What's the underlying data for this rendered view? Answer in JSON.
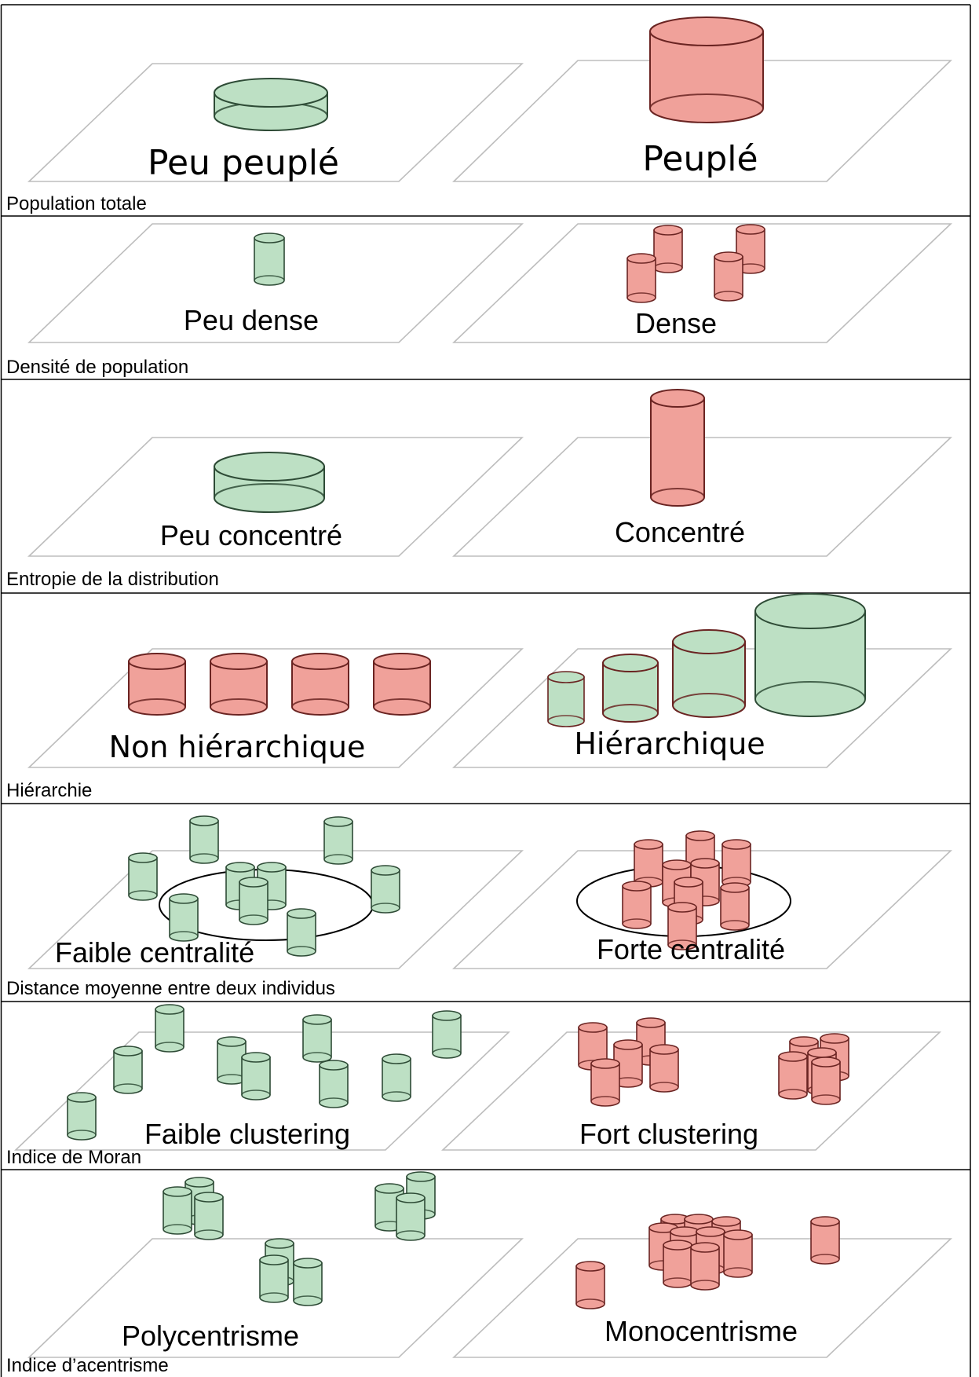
{
  "colors": {
    "green_fill": "#bde0c4",
    "green_stroke": "#2e4b36",
    "red_fill": "#f0a19a",
    "red_stroke": "#6a2422",
    "plane_stroke": "#bdbdbd",
    "grid_stroke": "#000000"
  },
  "cylinder_icon": "cylinder",
  "rows": [
    {
      "caption": "Population totale",
      "left_label": "Peu peuplé",
      "right_label": "Peuplé"
    },
    {
      "caption": "Densité de population",
      "left_label": "Peu dense",
      "right_label": "Dense"
    },
    {
      "caption": "Entropie de la distribution",
      "left_label": "Peu concentré",
      "right_label": "Concentré"
    },
    {
      "caption": "Hiérarchie",
      "left_label": "Non hiérarchique",
      "right_label": "Hiérarchique"
    },
    {
      "caption": "Distance moyenne entre deux individus",
      "left_label": "Faible centralité",
      "right_label": "Forte centralité"
    },
    {
      "caption": "Indice de Moran",
      "left_label": "Faible clustering",
      "right_label": "Fort clustering"
    },
    {
      "caption": "Indice d’acentrisme",
      "left_label": "Polycentrisme",
      "right_label": "Monocentrisme"
    }
  ]
}
